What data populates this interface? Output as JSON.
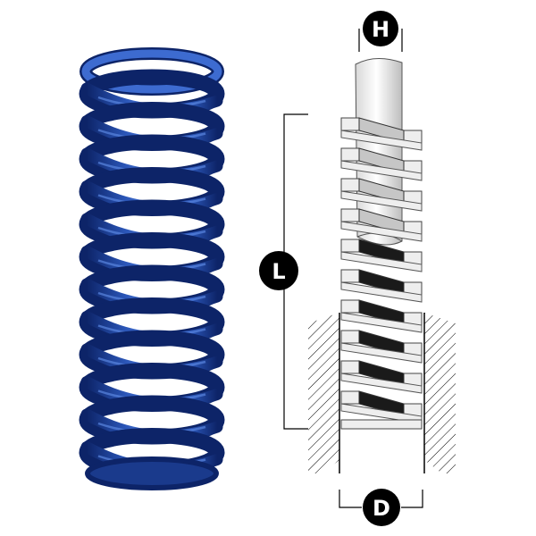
{
  "labels": {
    "hole_diameter": "D",
    "rod_diameter": "H",
    "free_length": "L"
  },
  "colors": {
    "spring_blue": "#2b56b8",
    "spring_dark": "#0d2468",
    "spring_light": "#5a86e0",
    "badge_fill": "#000000",
    "badge_text": "#ffffff",
    "steel_light": "#eeeeee",
    "steel_mid": "#c6c6c6",
    "steel_dark": "#1a1a1a",
    "line": "#000000"
  },
  "icons": {
    "spring_photo": "blue-die-spring",
    "cross_section": "spring-rod-bore-section"
  }
}
